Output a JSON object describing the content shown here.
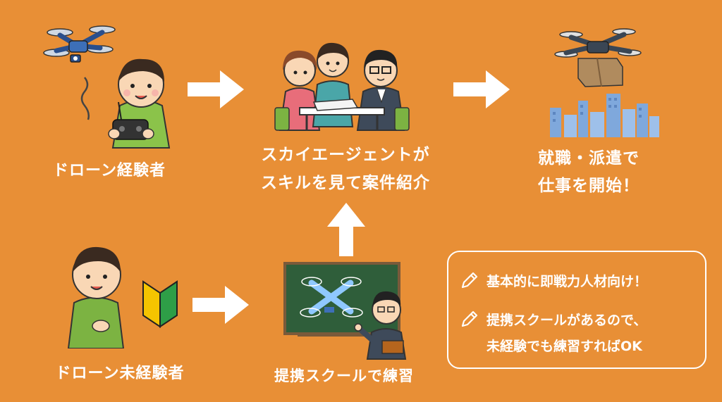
{
  "labels": {
    "experienced": "ドローン経験者",
    "agent_line1": "スカイエージェントが",
    "agent_line2": "スキルを見て案件紹介",
    "job_line1": "就職・派遣で",
    "job_line2": "仕事を開始！",
    "novice": "ドローン未経験者",
    "school": "提携スクールで練習"
  },
  "notes": {
    "line1": "基本的に即戦力人材向け！",
    "line2": "提携スクールがあるので、",
    "line3": "未経験でも練習すればOK"
  },
  "colors": {
    "background": "#e88f36",
    "arrow": "#ffffff",
    "text": "#ffffff",
    "drone": "#3d6fb8",
    "chalkboard": "#2f5e3a",
    "building": "#7fa8dc"
  },
  "icons": [
    "drone-icon",
    "pencil-icon",
    "beginner-mark-icon",
    "package-drone-icon",
    "city-icon"
  ]
}
